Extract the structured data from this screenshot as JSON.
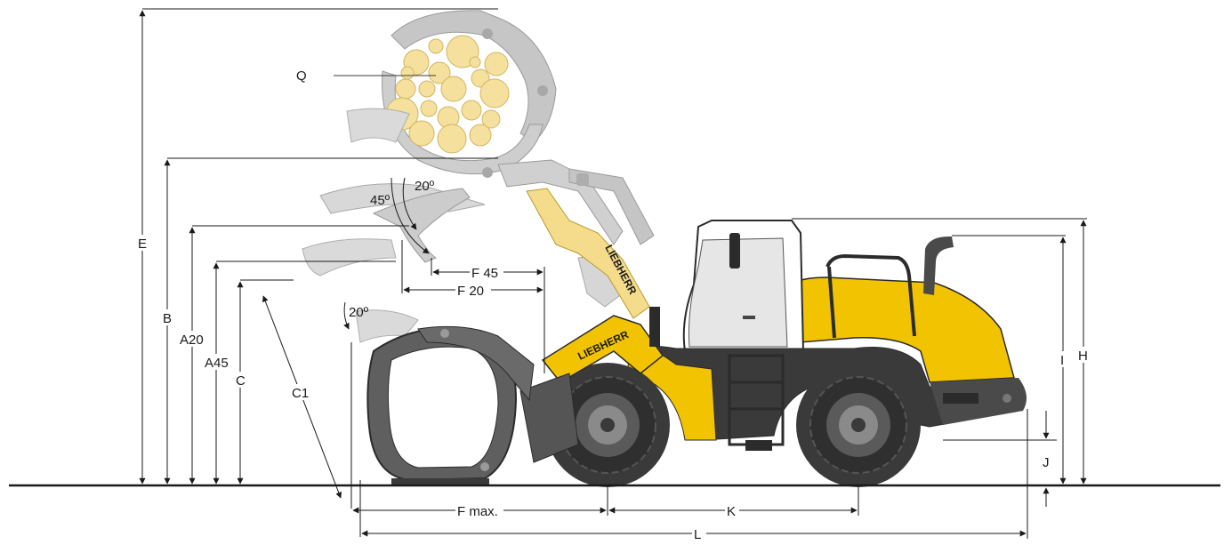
{
  "diagram": {
    "brand_text": "LIEBHERR",
    "labels": {
      "E": "E",
      "B": "B",
      "A20": "A20",
      "A45": "A45",
      "C": "C",
      "C1": "C1",
      "Q": "Q",
      "F45": "F 45",
      "F20": "F 20",
      "Fmax": "F max.",
      "K": "K",
      "L": "L",
      "H": "H",
      "I": "I",
      "J": "J",
      "angle45": "45º",
      "angle20_top": "20º",
      "angle20_low": "20º"
    },
    "colors": {
      "machine_yellow": "#f2c300",
      "machine_dark": "#2b2b2b",
      "ghost_gray": "#bdbdbd",
      "log_fill": "#f4dc8c",
      "tire": "#3a3a3a",
      "ground": "#1a1a1a"
    }
  }
}
